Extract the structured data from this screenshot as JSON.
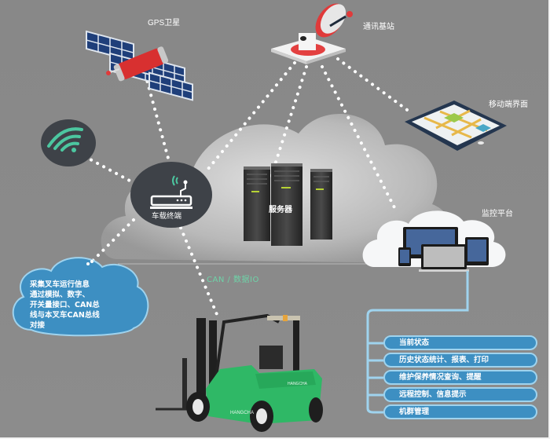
{
  "diagram": {
    "nodes": {
      "gps_satellite": "GPS卫星",
      "base_station": "通讯基站",
      "mobile_ui": "移动端界面",
      "vehicle_terminal": "车载终端",
      "server": "服务器",
      "monitor_platform": "监控平台",
      "can_link": "CAN / 数据IO"
    },
    "info_bubble": {
      "lines": [
        "采集叉车运行信息",
        "通过模拟、数字、",
        "开关量接口、CAN总",
        "线与本叉车CAN总线",
        "对接"
      ]
    },
    "platform_functions": [
      "当前状态",
      "历史状态统计、报表、打印",
      "维护保养情况查询、提醒",
      "远程控制、信息提示",
      "机群管理"
    ],
    "forklift_brand": "HANGCHA",
    "colors": {
      "background": "#898989",
      "accent_green": "#2fb866",
      "accent_blue": "#3d8fc2",
      "accent_red": "#e03a3a",
      "wifi_teal": "#4cc7a0",
      "dark_circle": "#3e4248"
    }
  }
}
